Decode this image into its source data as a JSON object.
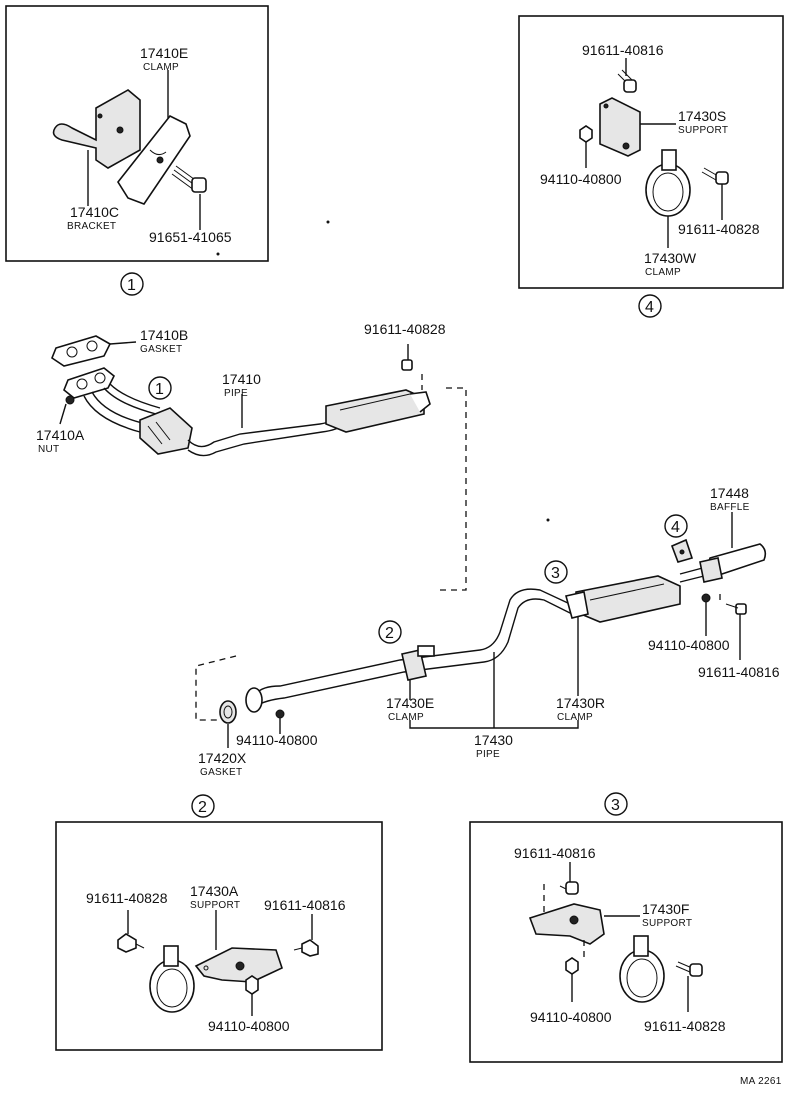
{
  "callouts": {
    "c1": "1",
    "c2": "2",
    "c3": "3",
    "c4": "4"
  },
  "parts": {
    "p_17410E": {
      "number": "17410E",
      "name": "CLAMP"
    },
    "p_17410C": {
      "number": "17410C",
      "name": "BRACKET"
    },
    "p_91651_41065": {
      "number": "91651-41065"
    },
    "p_91611_40816_box4": {
      "number": "91611-40816"
    },
    "p_17430S": {
      "number": "17430S",
      "name": "SUPPORT"
    },
    "p_94110_40800_box4": {
      "number": "94110-40800"
    },
    "p_91611_40828_box4": {
      "number": "91611-40828"
    },
    "p_17430W": {
      "number": "17430W",
      "name": "CLAMP"
    },
    "p_17410B": {
      "number": "17410B",
      "name": "GASKET"
    },
    "p_91611_40828_main": {
      "number": "91611-40828"
    },
    "p_17410": {
      "number": "17410",
      "name": "PIPE"
    },
    "p_17410A": {
      "number": "17410A",
      "name": "NUT"
    },
    "p_17448": {
      "number": "17448",
      "name": "BAFFLE"
    },
    "p_94110_40800_main_r": {
      "number": "94110-40800"
    },
    "p_91611_40816_main_r": {
      "number": "91611-40816"
    },
    "p_17430E": {
      "number": "17430E",
      "name": "CLAMP"
    },
    "p_17430R": {
      "number": "17430R",
      "name": "CLAMP"
    },
    "p_94110_40800_main_l": {
      "number": "94110-40800"
    },
    "p_17420X": {
      "number": "17420X",
      "name": "GASKET"
    },
    "p_17430": {
      "number": "17430",
      "name": "PIPE"
    },
    "p_91611_40828_box2": {
      "number": "91611-40828"
    },
    "p_17430A": {
      "number": "17430A",
      "name": "SUPPORT"
    },
    "p_91611_40816_box2": {
      "number": "91611-40816"
    },
    "p_94110_40800_box2": {
      "number": "94110-40800"
    },
    "p_91611_40816_box3": {
      "number": "91611-40816"
    },
    "p_17430F": {
      "number": "17430F",
      "name": "SUPPORT"
    },
    "p_94110_40800_box3": {
      "number": "94110-40800"
    },
    "p_91611_40828_box3": {
      "number": "91611-40828"
    }
  },
  "footer": {
    "code": "MA 2261"
  }
}
